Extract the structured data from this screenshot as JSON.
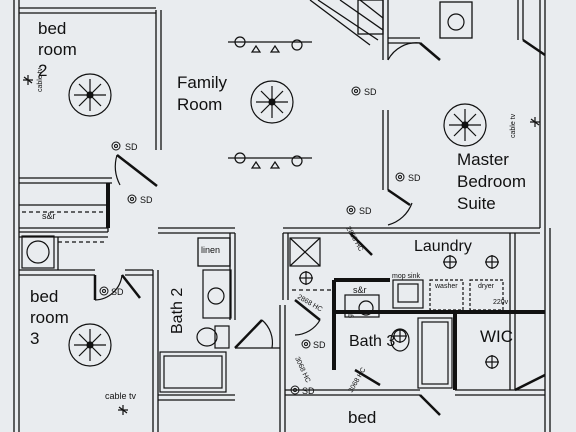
{
  "rooms": {
    "bedroom2": [
      "bed",
      "room",
      "2"
    ],
    "family": [
      "Family",
      "Room"
    ],
    "master": [
      "Master",
      "Bedroom",
      "Suite"
    ],
    "laundry": "Laundry",
    "bedroom3": [
      "bed",
      "room",
      "3"
    ],
    "bath2": "Bath 2",
    "bath3": "Bath 3",
    "wic": "WIC",
    "bed_bottom": "bed",
    "linen": "linen"
  },
  "labels": {
    "sd": "SD",
    "cable_tv": "cable tv",
    "sr": "s&r",
    "mop_sink": "mop sink",
    "washer": "washer",
    "dryer": "dryer",
    "v220": "220v",
    "gfi": "gfi",
    "door_2868": "2868 HC",
    "door_3068": "3068 HC"
  },
  "colors": {
    "paper": "#e9ecef",
    "ink": "#111111"
  }
}
